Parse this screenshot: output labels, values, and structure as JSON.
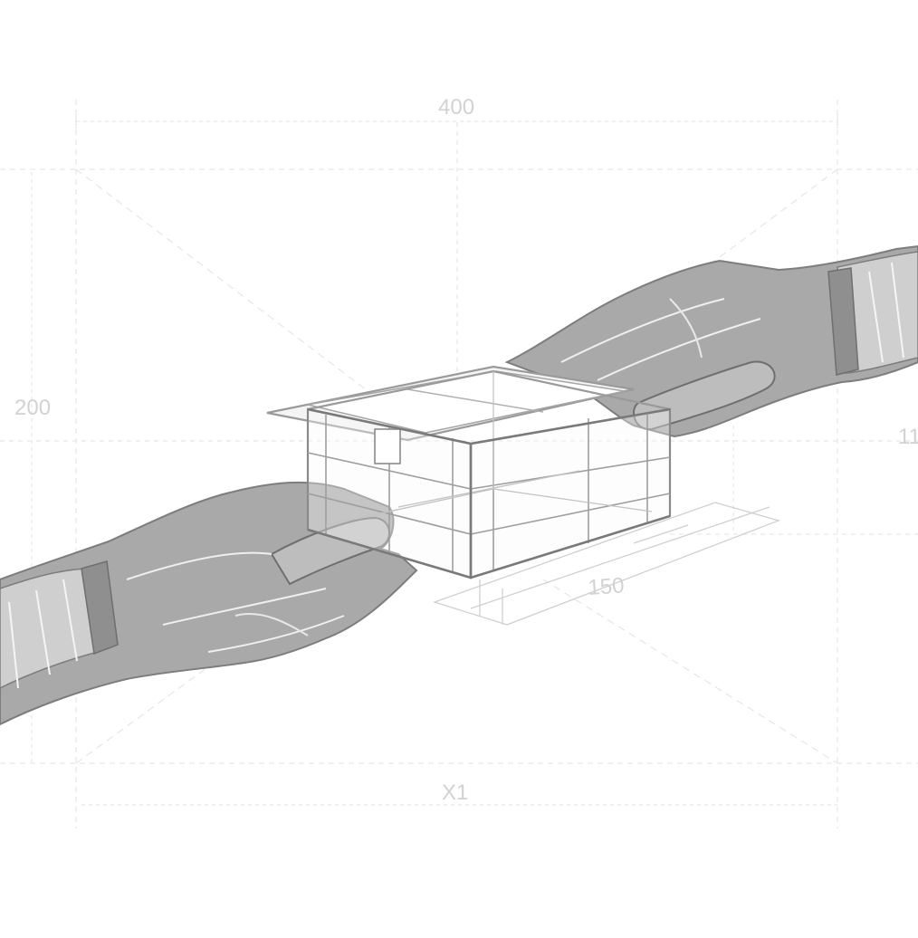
{
  "dimensions": {
    "top_width": "400",
    "left_height": "200",
    "right_height": "11",
    "box_depth": "150",
    "bottom_axis": "X1"
  },
  "illustration": {
    "left_hand": "left-hand-illustration",
    "right_hand": "right-hand-illustration",
    "box": "transparent-box-illustration"
  },
  "colors": {
    "sketch_fill": "#a9a9a9",
    "sketch_line": "#8c8c8c",
    "guide_line": "#e3e3e3",
    "label": "#d2d2d2"
  }
}
